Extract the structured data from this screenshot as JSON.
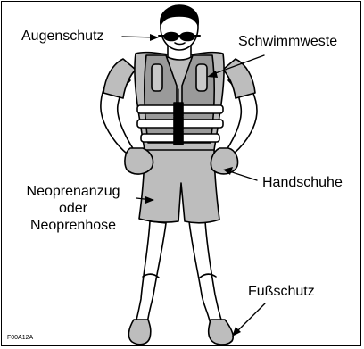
{
  "labels": {
    "eye_protection": "Augenschutz",
    "life_vest": "Schwimmweste",
    "gloves": "Handschuhe",
    "wetsuit_line1": "Neoprenanzug",
    "wetsuit_line2": "oder",
    "wetsuit_line3": "Neoprenhose",
    "foot_protection": "Fußschutz"
  },
  "figure_code": "F00A12A",
  "colors": {
    "outline": "#000000",
    "gear_fill": "#bdbdbd",
    "vest_fill": "#bdbdbd",
    "skin": "#ffffff"
  }
}
